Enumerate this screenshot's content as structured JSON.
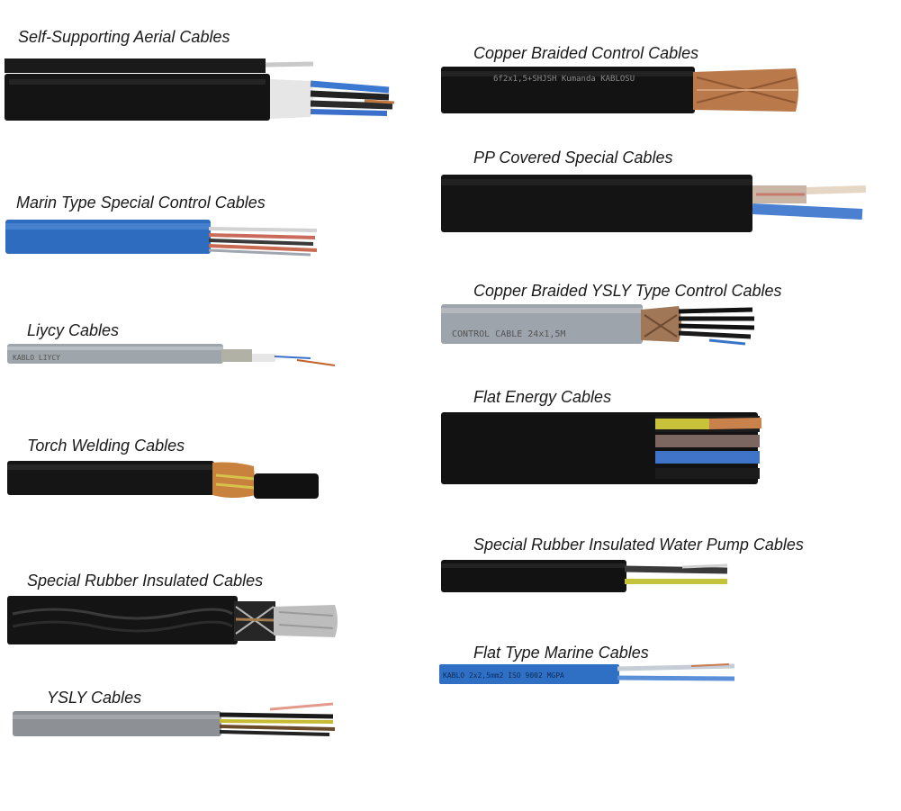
{
  "catalog": {
    "items": [
      {
        "label": "Self-Supporting Aerial Cables",
        "jacket_color": "#141414"
      },
      {
        "label": "Marin Type Special Control Cables",
        "jacket_color": "#2e6cc0"
      },
      {
        "label": "Liycy Cables",
        "jacket_color": "#9ea6ab",
        "jacket_print": "KABLO LIYCY"
      },
      {
        "label": "Torch Welding Cables",
        "jacket_color": "#151515"
      },
      {
        "label": "Special Rubber Insulated Cables",
        "jacket_color": "#141414"
      },
      {
        "label": "YSLY Cables",
        "jacket_color": "#8d9094"
      },
      {
        "label": "Copper Braided Control Cables",
        "jacket_color": "#131313",
        "jacket_print": "6f2x1,5+SHJSH   Kumanda  KABLOSU"
      },
      {
        "label": "PP Covered Special Cables",
        "jacket_color": "#141414"
      },
      {
        "label": "Copper Braided YSLY Type Control Cables",
        "jacket_color": "#9ea4ab",
        "jacket_print": "CONTROL   CABLE   24x1,5M"
      },
      {
        "label": "Flat Energy Cables",
        "jacket_color": "#121212"
      },
      {
        "label": "Special Rubber Insulated Water Pump Cables",
        "jacket_color": "#121212"
      },
      {
        "label": "Flat Type Marine Cables",
        "jacket_color": "#2f6fc4",
        "jacket_print": "KABLO  2x2,5mm2  ISO  9002  MGPA"
      }
    ]
  }
}
